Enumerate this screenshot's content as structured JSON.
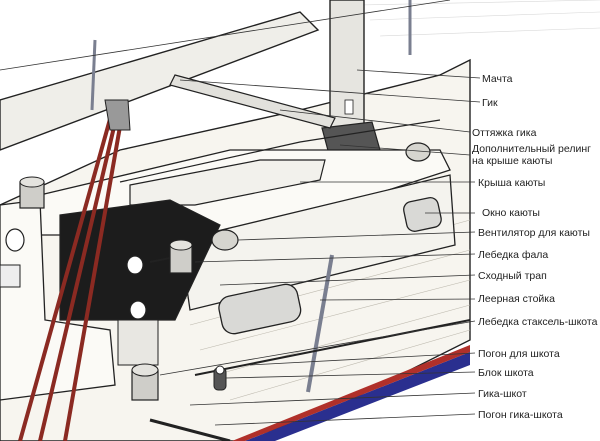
{
  "labels": [
    {
      "id": "mast",
      "text": "Мачта"
    },
    {
      "id": "boom",
      "text": "Гик"
    },
    {
      "id": "boom-vang",
      "text": "Оттяжка гика"
    },
    {
      "id": "extra-rail",
      "text": "Дополнительный релинг\nна крыше каюты"
    },
    {
      "id": "cabin-roof",
      "text": "Крыша каюты"
    },
    {
      "id": "cabin-window",
      "text": "Окно каюты"
    },
    {
      "id": "cabin-vent",
      "text": "Вентилятор для каюты"
    },
    {
      "id": "halyard-winch",
      "text": "Лебедка фала"
    },
    {
      "id": "companionway",
      "text": "Сходный трап"
    },
    {
      "id": "stanchion",
      "text": "Леерная стойка"
    },
    {
      "id": "jib-sheet-winch",
      "text": "Лебедка стаксель-шкота"
    },
    {
      "id": "sheet-track",
      "text": "Погон для шкота"
    },
    {
      "id": "sheet-block",
      "text": "Блок шкота"
    },
    {
      "id": "main-sheet",
      "text": "Гика-шкот"
    },
    {
      "id": "main-sheet-track",
      "text": "Погон гика-шкота"
    }
  ],
  "colors": {
    "hull_stripe": "#2a2f8f",
    "hull_stripe_red": "#b0302a",
    "sheet_rope": "#8b2a22",
    "deck": "#f7f5ef",
    "outline": "#222222",
    "companionway": "#1c1c1c"
  }
}
